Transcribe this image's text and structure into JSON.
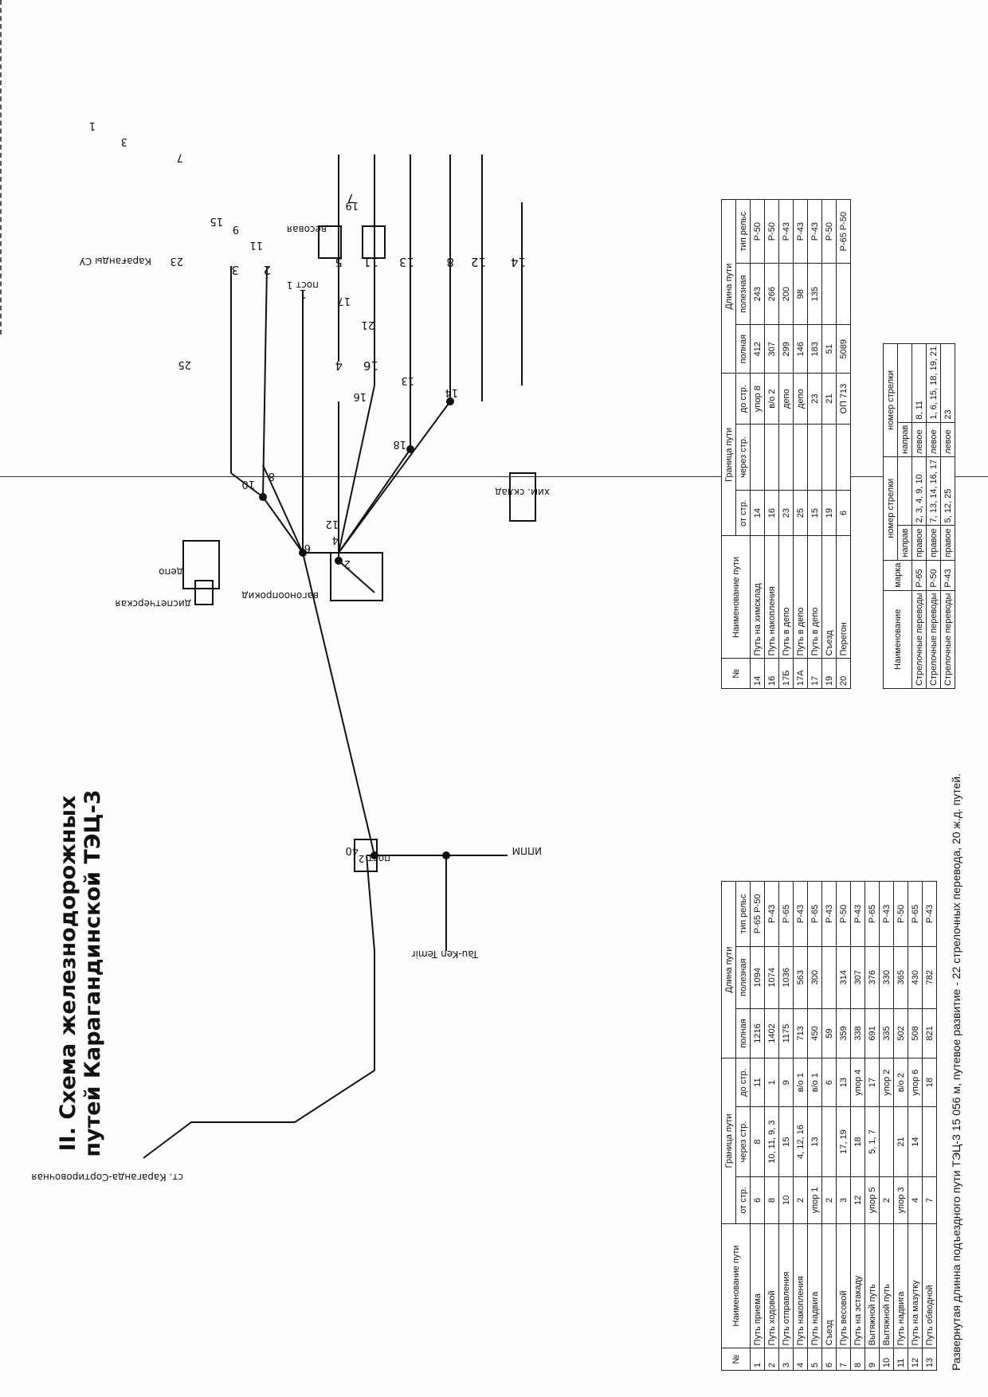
{
  "title_lines": [
    "II. Схема железнодорожных",
    "путей Карагандинской ТЭЦ-3"
  ],
  "scheme": {
    "labels": {
      "st_karaganda": "ст. Караганда-Сортировочная",
      "tau_ken": "Tau-Ken Temir",
      "ippm": "ИППМ",
      "karagandy_su": "Карағанды СУ",
      "dispatch": "диспетчерская",
      "depot": "депо",
      "wagon": "вагоноопрокид",
      "post1": "пост 1",
      "scales": "весовая",
      "post2": "пост 2",
      "chem": "хим. склад"
    },
    "switch_numbers": [
      "1",
      "2",
      "3",
      "4",
      "6",
      "7",
      "8",
      "9",
      "10",
      "11",
      "12",
      "13",
      "14",
      "15",
      "16",
      "17",
      "18",
      "19",
      "21",
      "23",
      "25",
      "40"
    ],
    "track_numbers": [
      "3",
      "2",
      "1",
      "4",
      "5",
      "16",
      "11",
      "13",
      "8",
      "12",
      "14",
      "7"
    ]
  },
  "table1": {
    "head_group": [
      "№",
      "Наименование пути",
      "Граница пути",
      "Длина пути"
    ],
    "head_sub": [
      "от стр.",
      "через стр.",
      "до стр.",
      "полная",
      "полезная",
      "тип рельс"
    ],
    "rows": [
      [
        "1",
        "Путь приема",
        "6",
        "8",
        "11",
        "1216",
        "1094",
        "Р-65 Р-50"
      ],
      [
        "2",
        "Путь ходовой",
        "8",
        "10, 11, 9, 3",
        "1",
        "1402",
        "1074",
        "Р-43"
      ],
      [
        "3",
        "Путь отправления",
        "10",
        "15",
        "9",
        "1175",
        "1036",
        "Р-65"
      ],
      [
        "4",
        "Путь накопления",
        "2",
        "4, 12, 16",
        "в/о 1",
        "713",
        "563",
        "Р-43"
      ],
      [
        "5",
        "Путь надвига",
        "упор 1",
        "13",
        "в/о 1",
        "450",
        "300",
        "Р-65"
      ],
      [
        "6",
        "Съезд",
        "2",
        "",
        "6",
        "59",
        "",
        "Р-43"
      ],
      [
        "7",
        "Путь весовой",
        "3",
        "17, 19",
        "13",
        "359",
        "314",
        "Р-50"
      ],
      [
        "8",
        "Путь на эстакаду",
        "12",
        "18",
        "упор 4",
        "338",
        "307",
        "Р-43"
      ],
      [
        "9",
        "Вытяжной путь",
        "упор 5",
        "5, 1, 7",
        "17",
        "691",
        "376",
        "Р-65"
      ],
      [
        "10",
        "Вытяжной путь",
        "2",
        "",
        "упор 2",
        "335",
        "330",
        "Р-43"
      ],
      [
        "11",
        "Путь надвига",
        "упор 3",
        "21",
        "в/о 2",
        "502",
        "365",
        "Р-50"
      ],
      [
        "12",
        "Путь на мазутку",
        "4",
        "14",
        "упор 6",
        "508",
        "430",
        "Р-65"
      ],
      [
        "13",
        "Путь обводной",
        "7",
        "",
        "18",
        "821",
        "782",
        "Р-43"
      ]
    ]
  },
  "table2": {
    "head_group": [
      "№",
      "Наименование пути",
      "Граница пути",
      "Длина пути"
    ],
    "head_sub": [
      "от стр.",
      "через стр.",
      "до стр.",
      "полная",
      "полезная",
      "тип рельс"
    ],
    "rows": [
      [
        "14",
        "Путь на химсклад",
        "14",
        "",
        "упор 8",
        "412",
        "243",
        "Р-50"
      ],
      [
        "16",
        "Путь накопления",
        "16",
        "",
        "в/о 2",
        "307",
        "266",
        "Р-50"
      ],
      [
        "17Б",
        "Путь в депо",
        "23",
        "",
        "депо",
        "299",
        "200",
        "Р-43"
      ],
      [
        "17А",
        "Путь в депо",
        "25",
        "",
        "депо",
        "146",
        "98",
        "Р-43"
      ],
      [
        "17",
        "Путь в депо",
        "15",
        "",
        "23",
        "183",
        "135",
        "Р-43"
      ],
      [
        "19",
        "Съезд",
        "19",
        "",
        "21",
        "51",
        "",
        "Р-50"
      ],
      [
        "20",
        "Перегон",
        "6",
        "",
        "ОП 713",
        "5089",
        "",
        "Р-65 Р-50"
      ]
    ]
  },
  "table3": {
    "head": [
      "Наименование",
      "марка",
      "направ",
      "номер стрелки"
    ],
    "rows": [
      [
        "Стрелочные переводы",
        "Р-65",
        "правое",
        "2, 3, 4, 9, 10",
        "левое",
        "8, 11"
      ],
      [
        "Стрелочные переводы",
        "Р-50",
        "правое",
        "7, 13, 14, 16, 17",
        "левое",
        "1, 6, 15, 18, 19, 21"
      ],
      [
        "Стрелочные переводы",
        "Р-43",
        "правое",
        "5, 12, 25",
        "левое",
        "23"
      ]
    ],
    "sub_head": [
      "направ",
      "номер стрелки"
    ]
  },
  "footer": "Развернутая длинна подъездного пути ТЭЦ-3 15 056 м, путевое развитие - 22 стрелочных перевода, 20 ж.д. путей."
}
